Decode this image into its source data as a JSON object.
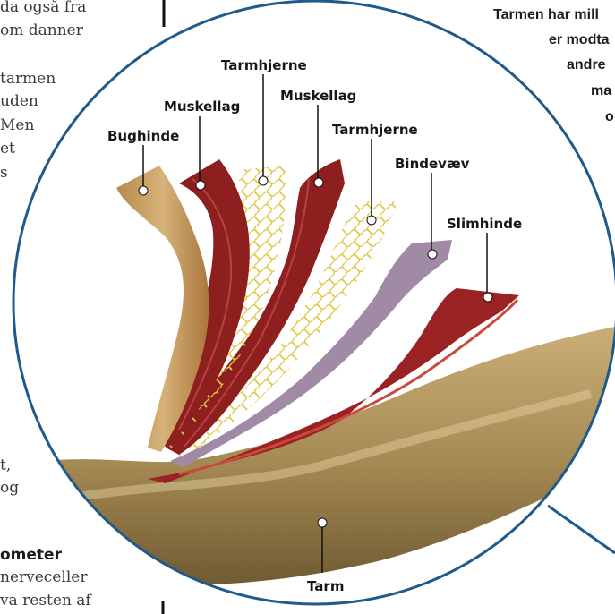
{
  "left_text_lines": [
    "da også fra",
    "om danner",
    "",
    "tarmen",
    "uden",
    "Men",
    "et",
    "s"
  ],
  "left_text_lower": [
    "t,",
    "og"
  ],
  "left_heading": "ometer",
  "left_text_bottom": [
    "nerveceller",
    "va resten af"
  ],
  "right_text_lines": [
    "Tarmen har mill",
    "er modta",
    "andre",
    "ma",
    "o"
  ],
  "labels": {
    "bughinde": "Bughinde",
    "muskellag_1": "Muskellag",
    "tarmhjerne_1": "Tarmhjerne",
    "muskellag_2": "Muskellag",
    "tarmhjerne_2": "Tarmhjerne",
    "bindevaev": "Bindevæv",
    "slimhinde": "Slimhinde",
    "tarm": "Tarm"
  },
  "colors": {
    "bughinde": "#c9a063",
    "muskellag": "#8e1f1f",
    "tarmhjerne": "#e0c84a",
    "bindevaev": "#a08aa6",
    "slimhinde": "#9b2222",
    "tarm": "#b5955c",
    "circle": "#1f5a8a"
  }
}
